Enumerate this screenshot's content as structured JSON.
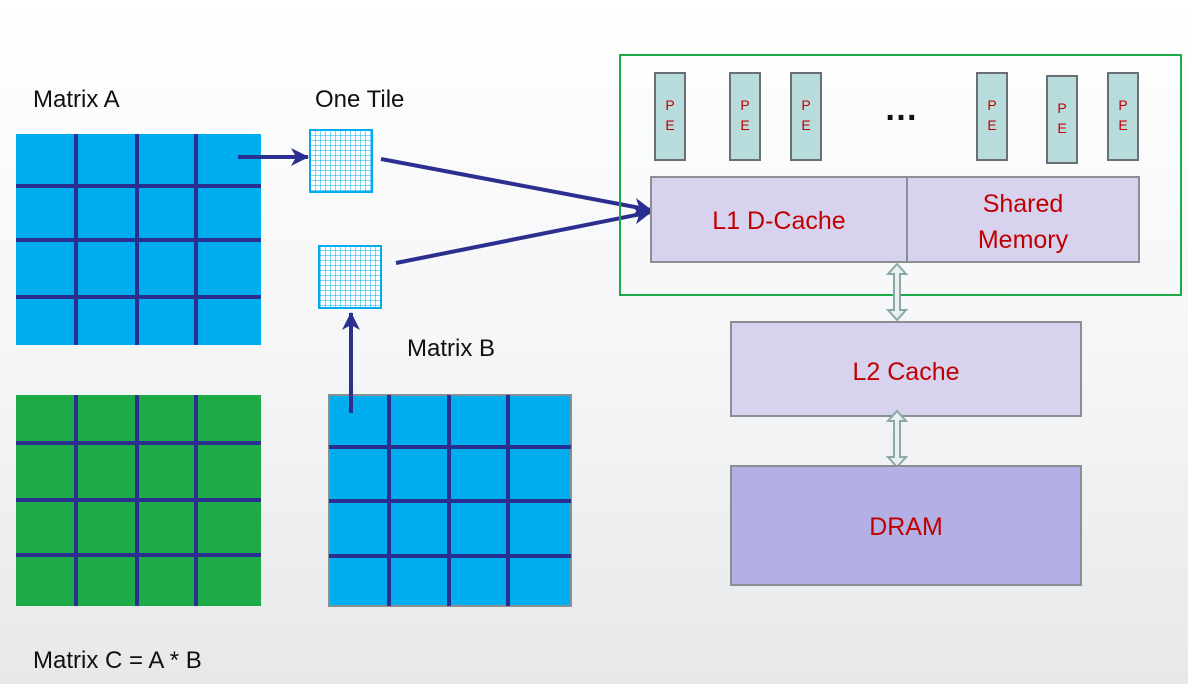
{
  "labels": {
    "matrix_a": "Matrix A",
    "one_tile": "One Tile",
    "matrix_b": "Matrix B",
    "matrix_c": "Matrix C  = A * B"
  },
  "pe": {
    "top": "P",
    "bottom": "E",
    "ellipsis": "…"
  },
  "memory": {
    "l1": "L1 D-Cache",
    "shared_line1": "Shared",
    "shared_line2": "Memory",
    "l2": "L2 Cache",
    "dram": "DRAM"
  },
  "colors": {
    "matrix_blue": "#00aeef",
    "matrix_green": "#1faa48",
    "grid_line": "#2b2f8f",
    "arrow": "#2b2f8f",
    "tile_blue": "#00aeef",
    "pe_fill": "#b8dcdc",
    "cache_fill": "#d7d3ee",
    "dram_fill": "#b3b0e6",
    "box_text": "#c00000",
    "sm_border": "#1faa48"
  }
}
